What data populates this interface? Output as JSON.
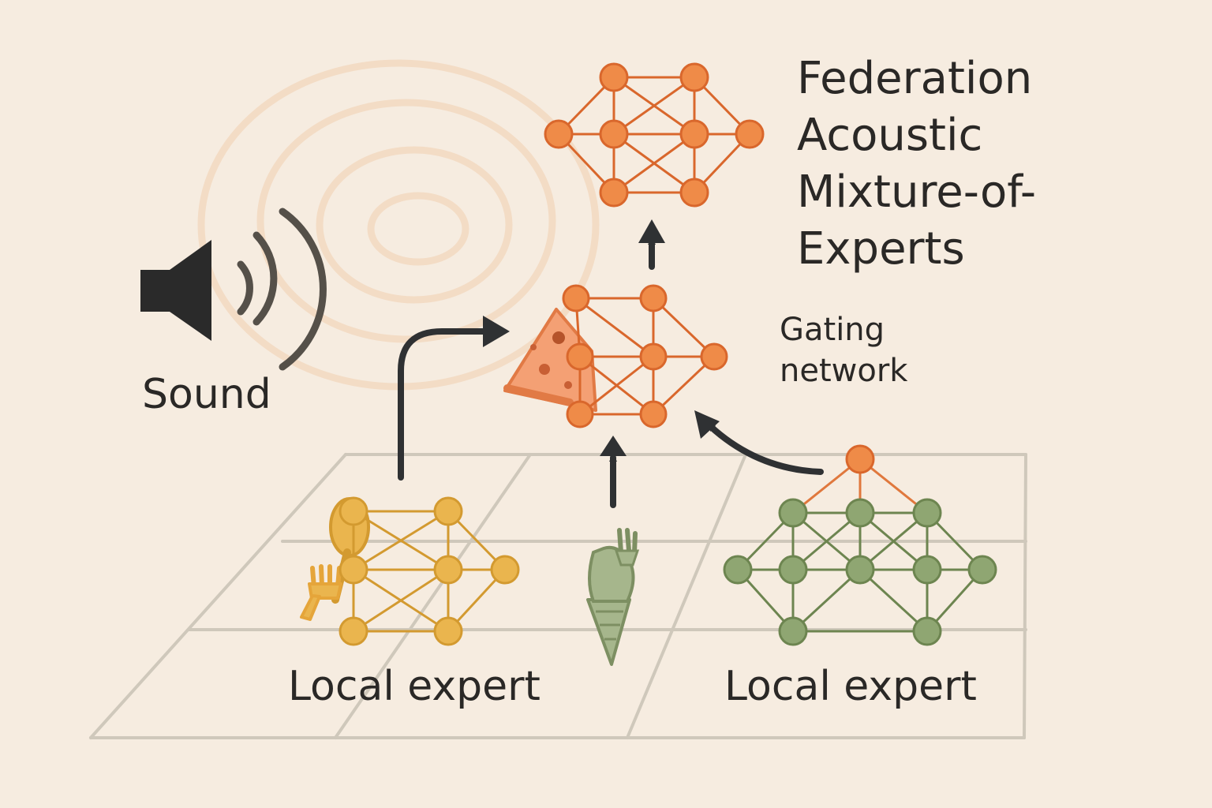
{
  "title_lines": [
    "Federation",
    "Acoustic",
    "Mixture-of-",
    "Experts"
  ],
  "gating_lines": [
    "Gating",
    "network"
  ],
  "sound_label": "Sound",
  "local_expert_left": "Local expert",
  "local_expert_right": "Local expert",
  "colors": {
    "background": "#f6ece0",
    "federation_network": "#ef8b48",
    "gating_network": "#ef8b48",
    "left_expert": "#eab54e",
    "right_expert": "#8fa672",
    "arrows": "#2f3133",
    "speaker": "#2a2a2a",
    "grid": "#cfc8bb"
  },
  "icons": [
    "speaker-icon",
    "pizza-slice-icon",
    "drumstick-icon",
    "fork-icon",
    "ice-cream-cone-icon"
  ]
}
